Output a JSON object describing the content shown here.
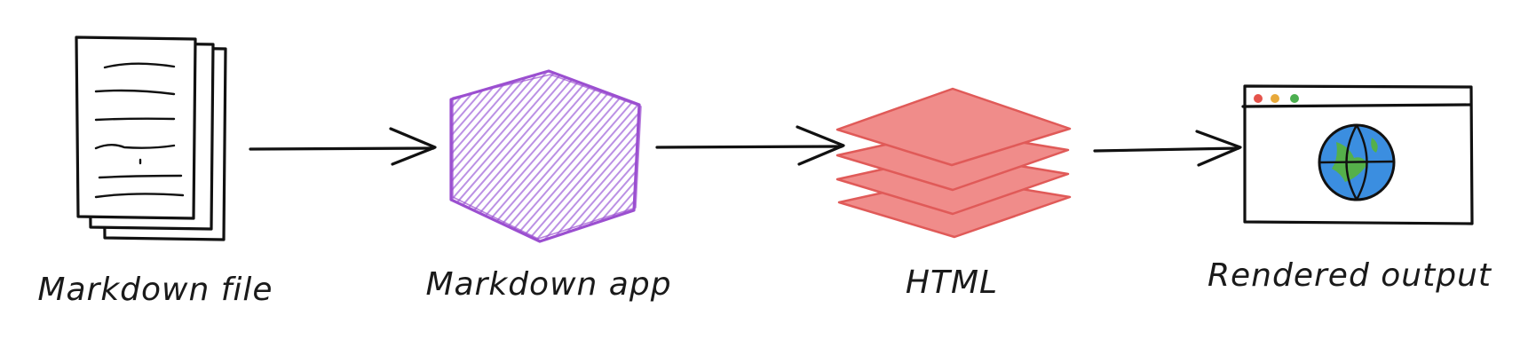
{
  "nodes": [
    {
      "id": "markdown-file",
      "label": "Markdown file",
      "icon": "document-stack-icon"
    },
    {
      "id": "markdown-app",
      "label": "Markdown app",
      "icon": "hexagon-icon",
      "color": "#9b4fd0"
    },
    {
      "id": "html",
      "label": "HTML",
      "icon": "layers-stack-icon",
      "color": "#ee8a88"
    },
    {
      "id": "rendered-output",
      "label": "Rendered output",
      "icon": "browser-globe-icon"
    }
  ],
  "edges": [
    {
      "from": "markdown-file",
      "to": "markdown-app"
    },
    {
      "from": "markdown-app",
      "to": "html"
    },
    {
      "from": "html",
      "to": "rendered-output"
    }
  ],
  "colors": {
    "stroke": "#111111",
    "hexagon": "#9b4fd0",
    "layers_fill": "#f08c8a",
    "layers_stroke": "#e05a58",
    "dot_red": "#e5534b",
    "dot_yellow": "#e8a93a",
    "dot_green": "#4caf50",
    "globe_blue": "#3b8ee0",
    "globe_green": "#55b04a"
  }
}
